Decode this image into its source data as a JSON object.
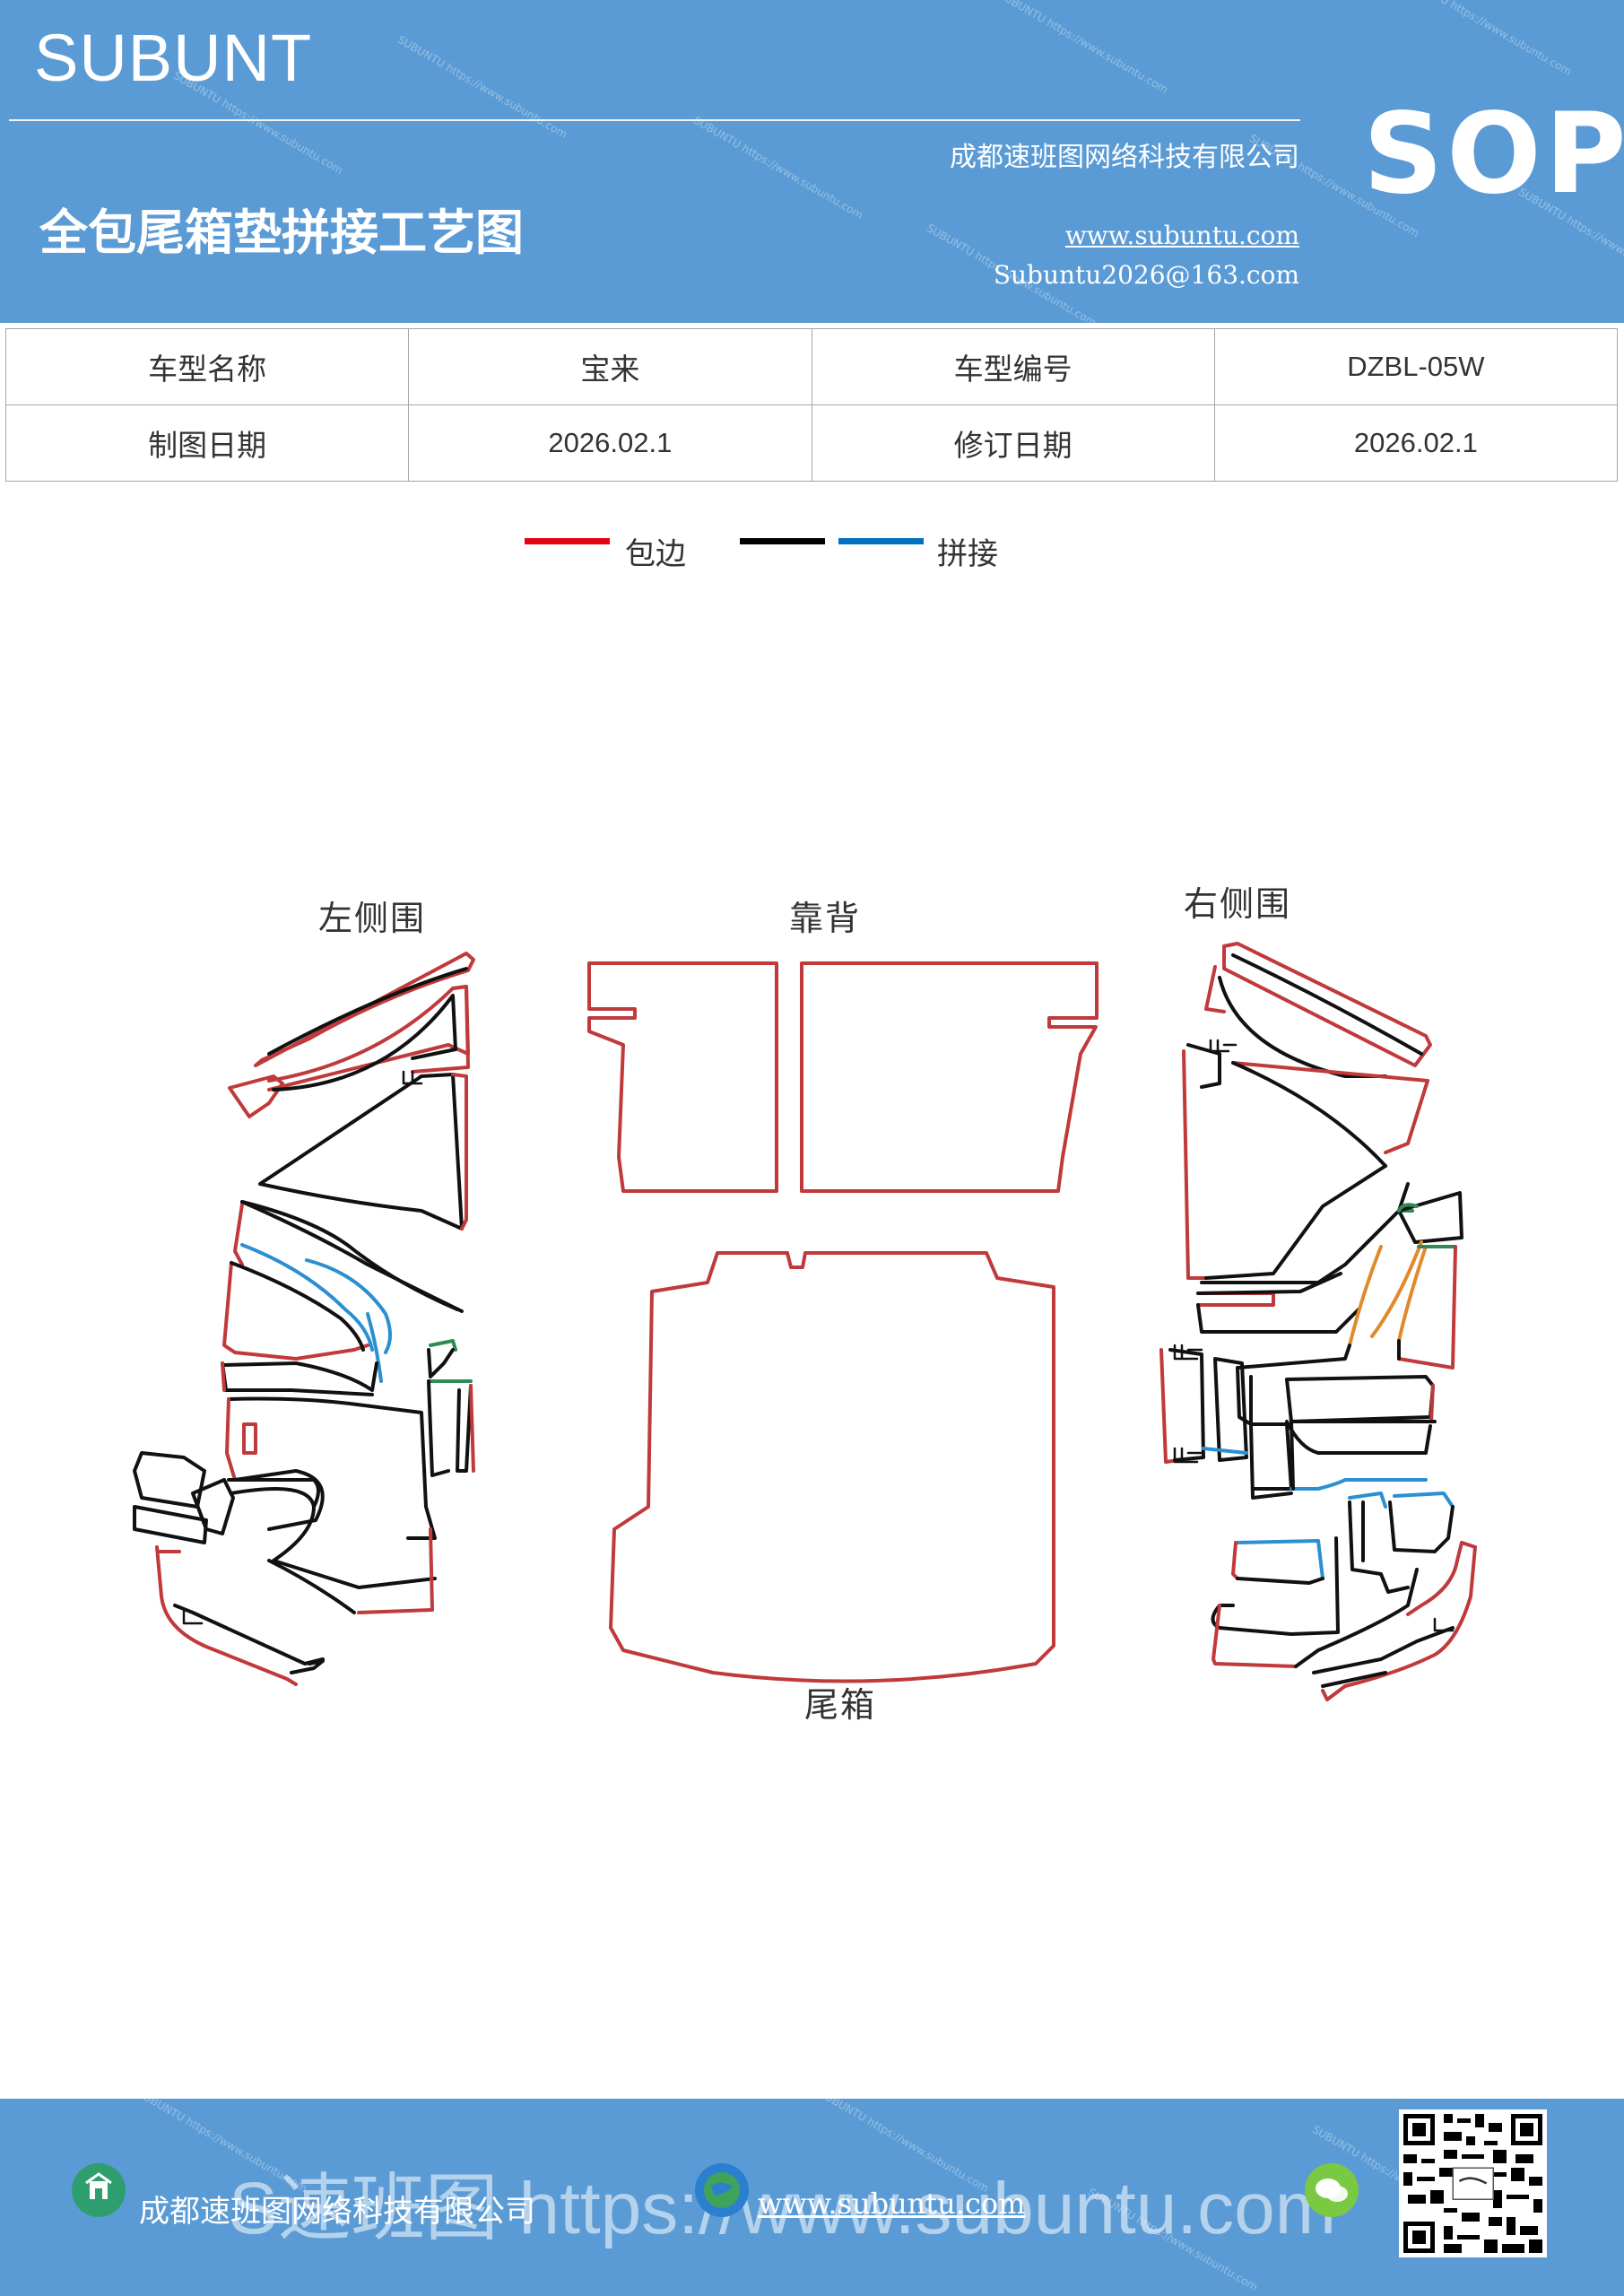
{
  "header": {
    "brand": "SUBUNT",
    "title": "全包尾箱垫拼接工艺图",
    "company": "成都速班图网络科技有限公司",
    "website": "www.subuntu.com",
    "email": "Subuntu2026@163.com",
    "badge": "SOP",
    "watermark": "SUBUNTU https://www.subuntu.com"
  },
  "info_table": {
    "row1": {
      "label1": "车型名称",
      "value1": "宝来",
      "label2": "车型编号",
      "value2": "DZBL-05W"
    },
    "row2": {
      "label1": "制图日期",
      "value1": "2026.02.1",
      "label2": "修订日期",
      "value2": "2026.02.1"
    }
  },
  "legend": {
    "edging": {
      "label": "包边",
      "color": "#e60012"
    },
    "black_line": {
      "color": "#000000"
    },
    "splice": {
      "label": "拼接",
      "color": "#0070c0"
    }
  },
  "diagram": {
    "labels": {
      "left_side": "左侧围",
      "backrest": "靠背",
      "right_side": "右侧围",
      "trunk": "尾箱"
    },
    "colors": {
      "outline": "#c0393b",
      "seam": "#111111",
      "splice": "#2b8fd0",
      "green": "#2e8b57",
      "orange": "#e08a2c"
    }
  },
  "footer": {
    "company": "成都速班图网络科技有限公司",
    "url": "www.subuntu.com",
    "big_text": "S速班图 https://www.subuntu.com"
  }
}
